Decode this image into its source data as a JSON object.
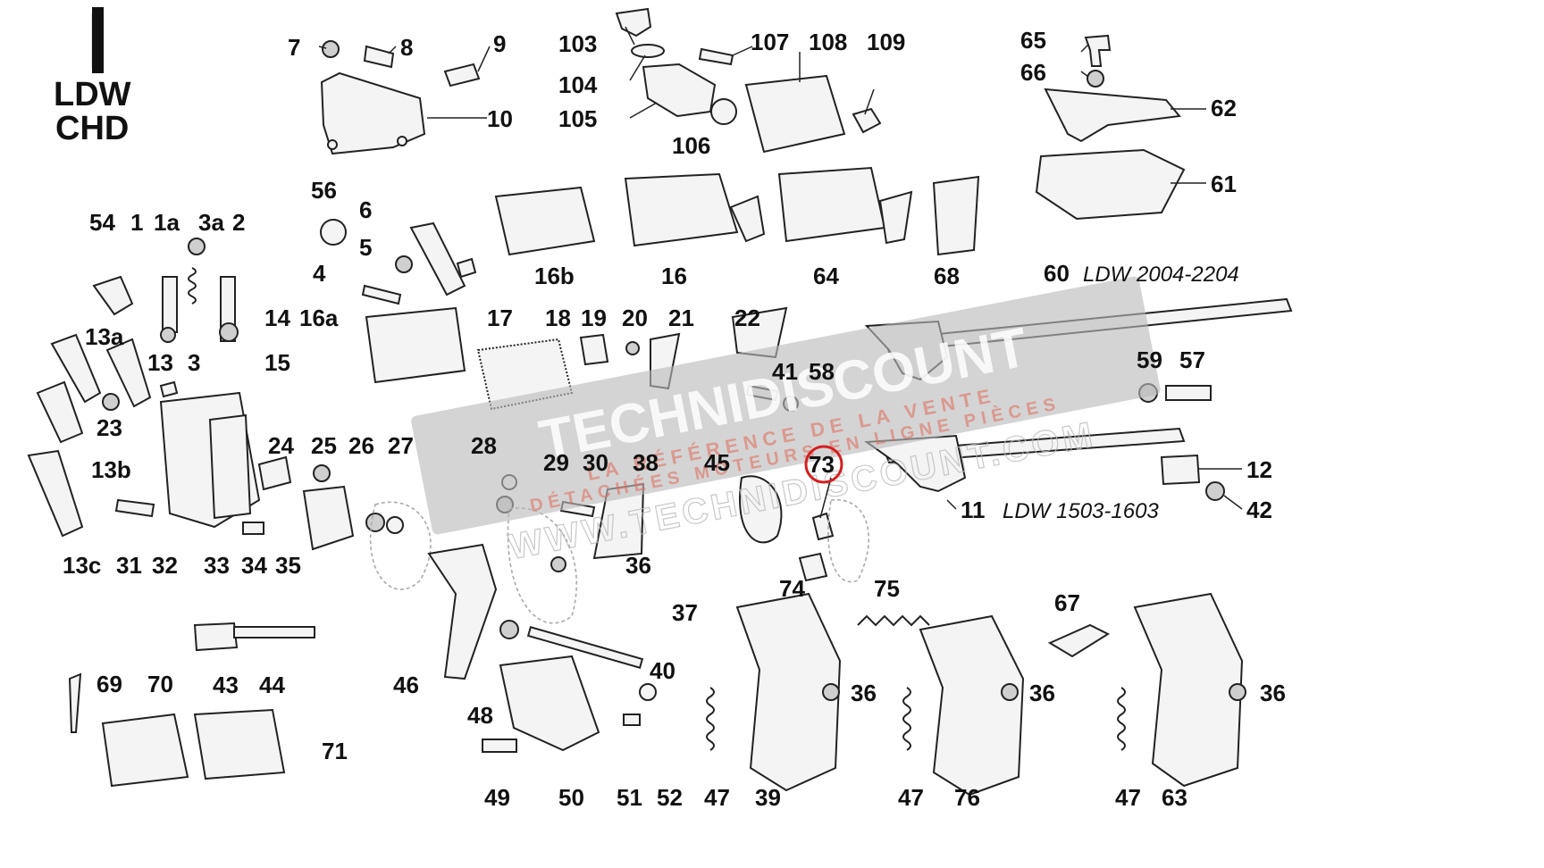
{
  "header": {
    "section": "I",
    "engine_codes": [
      "LDW",
      "CHD"
    ]
  },
  "watermark": {
    "brand": "TECHNIDISCOUNT",
    "tagline_1": "LA RÉFÉRENCE DE LA VENTE",
    "tagline_2": "DÉTACHÉES MOTEURS EN LIGNE PIÈCES",
    "url": "WWW.TECHNIDISCOUNT.COM"
  },
  "variants": {
    "part_60": "LDW 2004-2204",
    "part_11": "LDW 1503-1603"
  },
  "highlight": {
    "part": "73",
    "color": "#d42020"
  },
  "callouts": [
    {
      "label": "7"
    },
    {
      "label": "8"
    },
    {
      "label": "9"
    },
    {
      "label": "10"
    },
    {
      "label": "103"
    },
    {
      "label": "104"
    },
    {
      "label": "105"
    },
    {
      "label": "106"
    },
    {
      "label": "107"
    },
    {
      "label": "108"
    },
    {
      "label": "109"
    },
    {
      "label": "65"
    },
    {
      "label": "66"
    },
    {
      "label": "62"
    },
    {
      "label": "61"
    },
    {
      "label": "56"
    },
    {
      "label": "6"
    },
    {
      "label": "5"
    },
    {
      "label": "4"
    },
    {
      "label": "17"
    },
    {
      "label": "16b"
    },
    {
      "label": "16"
    },
    {
      "label": "64"
    },
    {
      "label": "68"
    },
    {
      "label": "60"
    },
    {
      "label": "54"
    },
    {
      "label": "1"
    },
    {
      "label": "1a"
    },
    {
      "label": "3a"
    },
    {
      "label": "2"
    },
    {
      "label": "13a"
    },
    {
      "label": "13"
    },
    {
      "label": "3"
    },
    {
      "label": "14"
    },
    {
      "label": "16a"
    },
    {
      "label": "15"
    },
    {
      "label": "23"
    },
    {
      "label": "13b"
    },
    {
      "label": "13c"
    },
    {
      "label": "18"
    },
    {
      "label": "19"
    },
    {
      "label": "20"
    },
    {
      "label": "21"
    },
    {
      "label": "22"
    },
    {
      "label": "41"
    },
    {
      "label": "58"
    },
    {
      "label": "59"
    },
    {
      "label": "57"
    },
    {
      "label": "24"
    },
    {
      "label": "25"
    },
    {
      "label": "26"
    },
    {
      "label": "27"
    },
    {
      "label": "28"
    },
    {
      "label": "29"
    },
    {
      "label": "30"
    },
    {
      "label": "38"
    },
    {
      "label": "45"
    },
    {
      "label": "73"
    },
    {
      "label": "12"
    },
    {
      "label": "11"
    },
    {
      "label": "42"
    },
    {
      "label": "31"
    },
    {
      "label": "32"
    },
    {
      "label": "33"
    },
    {
      "label": "34"
    },
    {
      "label": "35"
    },
    {
      "label": "36"
    },
    {
      "label": "37"
    },
    {
      "label": "74"
    },
    {
      "label": "75"
    },
    {
      "label": "67"
    },
    {
      "label": "43"
    },
    {
      "label": "44"
    },
    {
      "label": "46"
    },
    {
      "label": "40"
    },
    {
      "label": "48"
    },
    {
      "label": "69"
    },
    {
      "label": "70"
    },
    {
      "label": "71"
    },
    {
      "label": "49"
    },
    {
      "label": "50"
    },
    {
      "label": "51"
    },
    {
      "label": "52"
    },
    {
      "label": "47"
    },
    {
      "label": "39"
    },
    {
      "label": "76"
    },
    {
      "label": "63"
    }
  ]
}
